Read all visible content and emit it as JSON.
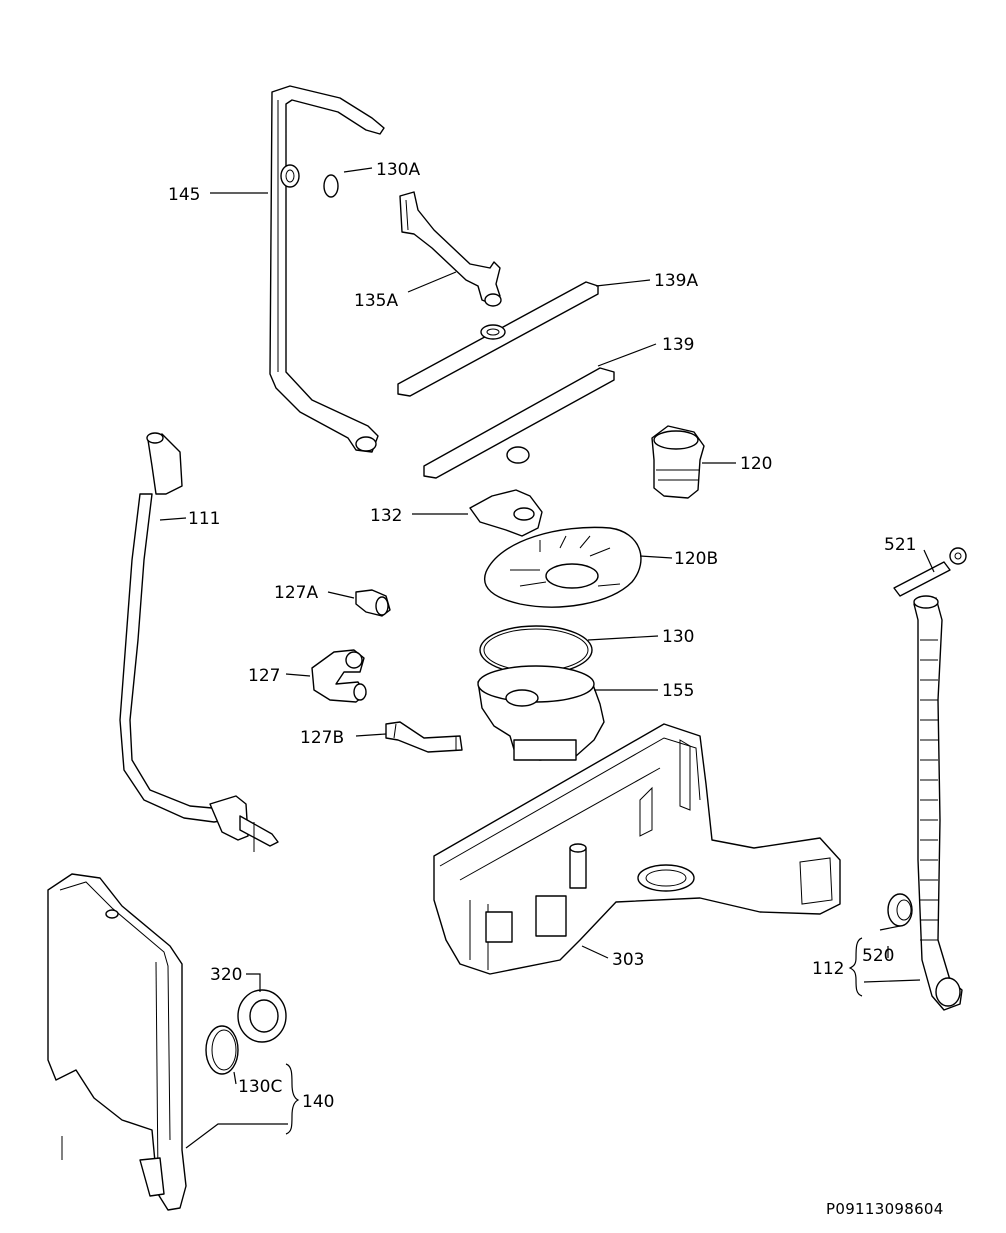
{
  "labels": {
    "l145": "145",
    "l130A": "130A",
    "l135A": "135A",
    "l139A": "139A",
    "l139": "139",
    "l120": "120",
    "l111": "111",
    "l132": "132",
    "l120B": "120B",
    "l521": "521",
    "l127A": "127A",
    "l130": "130",
    "l127": "127",
    "l155": "155",
    "l127B": "127B",
    "l303": "303",
    "l320": "320",
    "l112": "112",
    "l520": "520",
    "l130C": "130C",
    "l140": "140"
  },
  "reference": "P09113098604"
}
